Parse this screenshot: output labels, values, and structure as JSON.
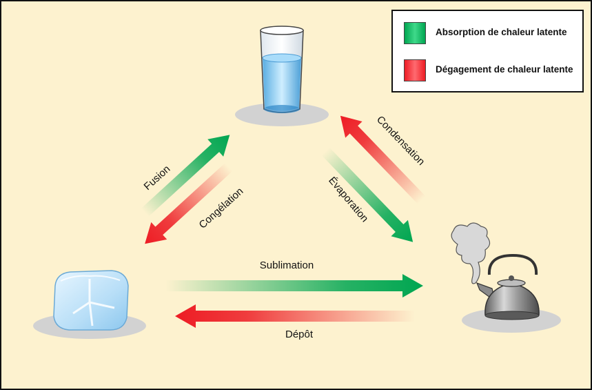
{
  "legend": {
    "absorption": {
      "label": "Absorption de chaleur latente",
      "color": "#00a651"
    },
    "release": {
      "label": "Dégagement de chaleur latente",
      "color": "#ed1c24"
    }
  },
  "states": [
    {
      "name": "liquid",
      "icon": "water-glass-icon"
    },
    {
      "name": "solid",
      "icon": "ice-cube-icon"
    },
    {
      "name": "gas",
      "icon": "steaming-kettle-icon"
    }
  ],
  "transitions": {
    "fusion": {
      "label": "Fusion",
      "type": "absorption"
    },
    "congelation": {
      "label": "Congélation",
      "type": "release"
    },
    "condensation": {
      "label": "Condensation",
      "type": "release"
    },
    "evaporation": {
      "label": "Évaporation",
      "type": "absorption"
    },
    "sublimation": {
      "label": "Sublimation",
      "type": "absorption"
    },
    "depot": {
      "label": "Dépôt",
      "type": "release"
    }
  }
}
